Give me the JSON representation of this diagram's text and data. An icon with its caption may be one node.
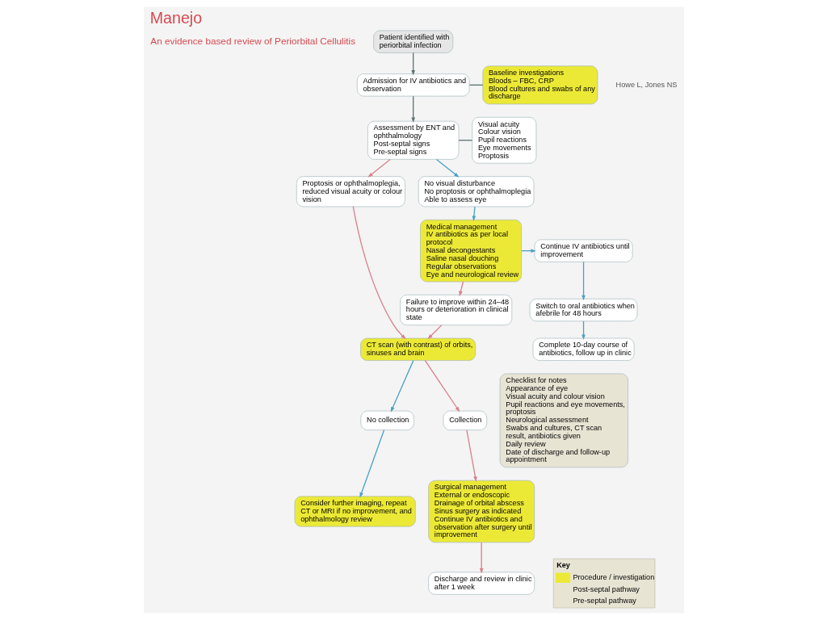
{
  "diagram": {
    "title": "Manejo",
    "nodes": [
      {
        "text": [
          "Patient identified with periorbital infection"
        ]
      },
      {
        "text": [
          "Admission for IV antibiotics and observation"
        ]
      },
      {
        "text": [
          "Baseline investigations",
          "Bloods – FBC, CRP",
          "Blood cultures and swabs of any discharge"
        ]
      },
      {
        "text": [
          "Assessment by ENT and ophthalmology",
          "Post-septal signs",
          "Pre-septal signs"
        ]
      },
      {
        "text": [
          "Visual acuity",
          "Colour vision",
          "Pupil reactions",
          "Eye movements",
          "Proptosis"
        ]
      },
      {
        "text": [
          "Proptosis or ophthalmoplegia, reduced visual acuity or colour vision"
        ]
      },
      {
        "text": [
          "No visual disturbance",
          "No proptosis or ophthalmoplegia",
          "Able to assess eye"
        ]
      },
      {
        "text": [
          "CT scan (with contrast) of orbits, sinuses and brain"
        ]
      },
      {
        "text": [
          "No collection"
        ]
      },
      {
        "text": [
          "Collection"
        ]
      },
      {
        "text": [
          "Surgical management",
          "External or endoscopic",
          "Drainage of orbital abscess",
          "Sinus surgery as indicated",
          "Continue IV antibiotics and observation after surgery until improvement"
        ]
      },
      {
        "text": [
          "Medical management",
          "IV antibiotics as per local protocol",
          "Nasal decongestants",
          "Saline nasal douching",
          "Regular observations",
          "Eye and neurological review"
        ]
      },
      {
        "text": [
          "Continue IV antibiotics until improvement"
        ]
      },
      {
        "text": [
          "Switch to oral antibiotics when afebrile for 48 hours"
        ]
      },
      {
        "text": [
          "Complete 10-day course of antibiotics, follow up in clinic"
        ]
      },
      {
        "text": [
          "Failure to improve within 24–48 hours or deterioration in clinical state"
        ]
      },
      {
        "text": [
          "Consider further imaging, repeat CT or MRI if no improvement, and ophthalmology review"
        ]
      },
      {
        "text": [
          "Discharge and review in clinic after 1 week"
        ]
      },
      {
        "text": [
          "Checklist for notes",
          "Appearance of eye",
          "Visual acuity and colour vision",
          "Pupil reactions and eye movements, proptosis",
          "Neurological assessment",
          "Swabs and cultures, CT scan result, antibiotics given",
          "Daily review",
          "Date of discharge and follow-up appointment"
        ]
      }
    ],
    "edges": [
      {
        "from": 0,
        "to": 1,
        "arrow": "to",
        "color": "#5f7272"
      },
      {
        "from": 1,
        "to": 2,
        "arrow": "none",
        "color": "#5f7272"
      },
      {
        "from": 1,
        "to": 3,
        "arrow": "to",
        "color": "#5f7272"
      },
      {
        "from": 3,
        "to": 4,
        "arrow": "none",
        "color": "#5f7272"
      },
      {
        "from": 3,
        "to": 5,
        "arrow": "to",
        "color": "#d9808c"
      },
      {
        "from": 3,
        "to": 6,
        "arrow": "to",
        "color": "#4aa0c8"
      },
      {
        "from": 5,
        "to": 7,
        "arrow": "to",
        "color": "#d9808c"
      },
      {
        "from": 6,
        "to": 11,
        "arrow": "to",
        "color": "#4aa0c8"
      },
      {
        "from": 7,
        "to": 8,
        "arrow": "to",
        "color": "#4aa0c8"
      },
      {
        "from": 7,
        "to": 9,
        "arrow": "to",
        "color": "#d9808c"
      },
      {
        "from": 9,
        "to": 10,
        "arrow": "to",
        "color": "#d9808c"
      },
      {
        "from": 11,
        "to": 12,
        "arrow": "to",
        "color": "#4aa0c8"
      },
      {
        "from": 12,
        "to": 13,
        "arrow": "to",
        "color": "#4aa0c8"
      },
      {
        "from": 13,
        "to": 14,
        "arrow": "to",
        "color": "#4aa0c8"
      },
      {
        "from": 11,
        "to": 15,
        "arrow": "to",
        "color": "#d9808c"
      },
      {
        "from": 15,
        "to": 7,
        "arrow": "to",
        "color": "#d9808c"
      },
      {
        "from": 8,
        "to": 16,
        "arrow": "to",
        "color": "#4aa0c8"
      },
      {
        "from": 10,
        "to": 17,
        "arrow": "to",
        "color": "#d9808c"
      }
    ],
    "labels": [
      "An evidence based review of Periorbital Cellulitis",
      "Howe L, Jones NS",
      "Key"
    ],
    "legend": [
      {
        "text": "Procedure / investigation",
        "color": "#ece936"
      },
      {
        "text": "Post-septal pathway"
      },
      {
        "text": "Pre-septal pathway"
      }
    ]
  }
}
